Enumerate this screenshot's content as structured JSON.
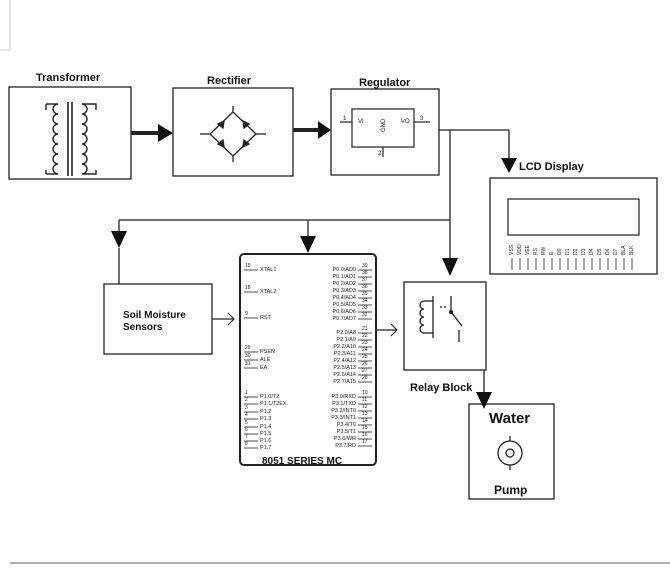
{
  "blocks": {
    "transformer": "Transformer",
    "rectifier": "Rectifier",
    "regulator": "Regulator",
    "lcd": "LCD Display",
    "soil": "Soil Moisture\nSensors",
    "mcu": "8051 SERIES MC",
    "relay": "Relay Block",
    "water": "Water",
    "pump": "Pump"
  },
  "regulator_pins": {
    "vi": "VI",
    "vo": "VO",
    "gnd": "GND",
    "pin1": "1",
    "pin3": "3",
    "pin2": "2"
  },
  "lcd_pins": [
    "VSS",
    "VDD",
    "VEE",
    "RS",
    "RW",
    "E",
    "D0",
    "D1",
    "D2",
    "D3",
    "D4",
    "D5",
    "D6",
    "D7",
    "BLA",
    "BLK"
  ],
  "mcu_left_pins": [
    {
      "num": "19",
      "name": "XTAL1"
    },
    {
      "num": "18",
      "name": "XTAL2"
    },
    {
      "num": "9",
      "name": "RST"
    },
    {
      "num": "29",
      "name": "PSEN"
    },
    {
      "num": "30",
      "name": "ALE"
    },
    {
      "num": "31",
      "name": "EA"
    },
    {
      "num": "1",
      "name": "P1.0/T2"
    },
    {
      "num": "2",
      "name": "P1.1/T2EX"
    },
    {
      "num": "3",
      "name": "P1.2"
    },
    {
      "num": "4",
      "name": "P1.3"
    },
    {
      "num": "5",
      "name": "P1.4"
    },
    {
      "num": "6",
      "name": "P1.5"
    },
    {
      "num": "7",
      "name": "P1.6"
    },
    {
      "num": "8",
      "name": "P1.7"
    }
  ],
  "mcu_right_pins_top": [
    {
      "num": "39",
      "name": "P0.0/AD0"
    },
    {
      "num": "38",
      "name": "P0.1/AD1"
    },
    {
      "num": "37",
      "name": "P0.2/AD2"
    },
    {
      "num": "36",
      "name": "P0.3/AD3"
    },
    {
      "num": "35",
      "name": "P0.4/AD4"
    },
    {
      "num": "34",
      "name": "P0.5/AD5"
    },
    {
      "num": "33",
      "name": "P0.6/AD6"
    },
    {
      "num": "32",
      "name": "P0.7/AD7"
    }
  ],
  "mcu_right_pins_mid": [
    {
      "num": "21",
      "name": "P2.0/A8"
    },
    {
      "num": "22",
      "name": "P2.1/A9"
    },
    {
      "num": "23",
      "name": "P2.2/A10"
    },
    {
      "num": "24",
      "name": "P2.3/A11"
    },
    {
      "num": "25",
      "name": "P2.4/A12"
    },
    {
      "num": "26",
      "name": "P2.5/A13"
    },
    {
      "num": "27",
      "name": "P2.6/A14"
    },
    {
      "num": "28",
      "name": "P2.7/A15"
    }
  ],
  "mcu_right_pins_bot": [
    {
      "num": "10",
      "name": "P3.0/RXD"
    },
    {
      "num": "11",
      "name": "P3.1/TXD"
    },
    {
      "num": "12",
      "name": "P3.2/INT0"
    },
    {
      "num": "13",
      "name": "P3.3/INT1"
    },
    {
      "num": "14",
      "name": "P3.4/T0"
    },
    {
      "num": "15",
      "name": "P3.5/T1"
    },
    {
      "num": "16",
      "name": "P3.6/WR"
    },
    {
      "num": "17",
      "name": "P3.7/RD"
    }
  ]
}
